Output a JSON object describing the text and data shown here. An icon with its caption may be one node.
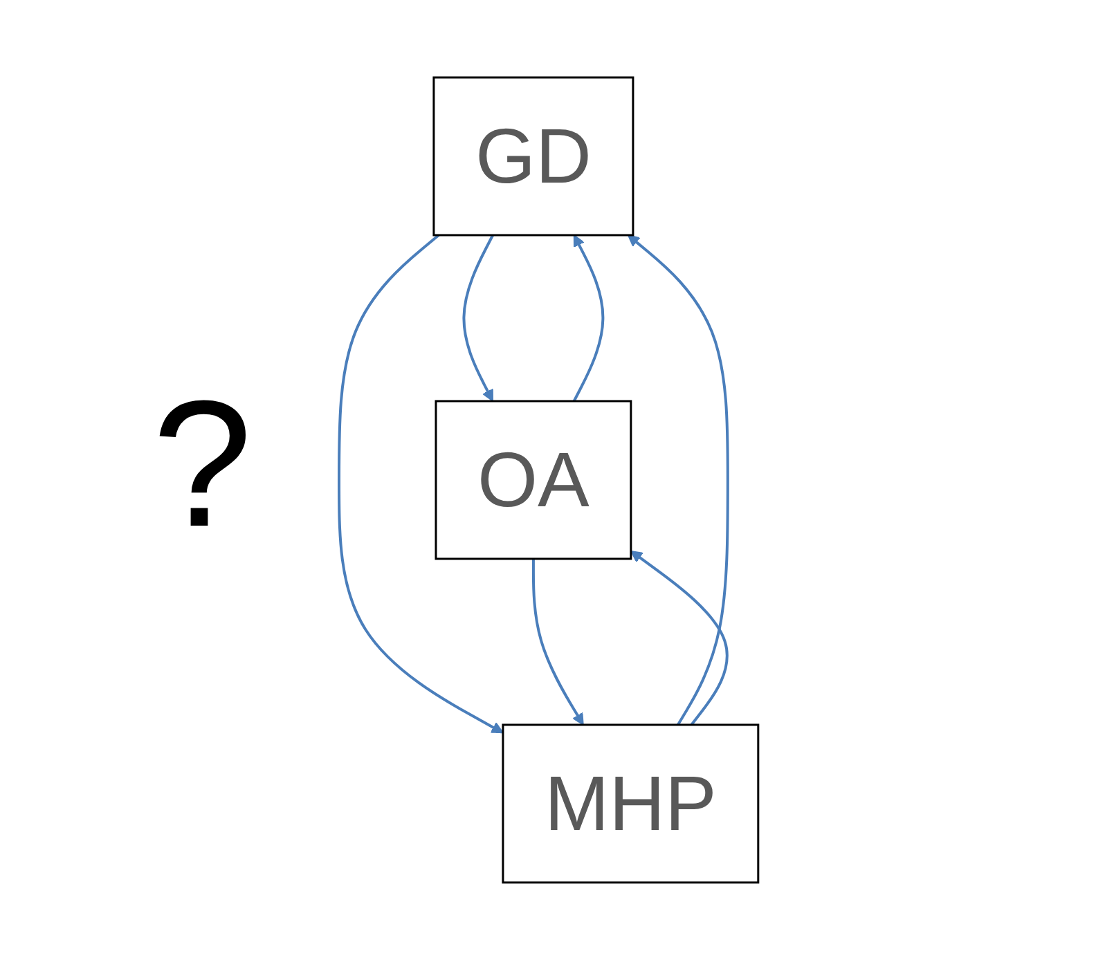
{
  "diagram": {
    "nodes": [
      {
        "text": [
          "GD"
        ]
      },
      {
        "text": [
          "OA"
        ]
      },
      {
        "text": [
          "MHP"
        ]
      }
    ],
    "edges": [
      {
        "from": 0,
        "to": 1,
        "arrow": "to"
      },
      {
        "from": 1,
        "to": 0,
        "arrow": "to"
      },
      {
        "from": 0,
        "to": 2,
        "arrow": "to"
      },
      {
        "from": 2,
        "to": 0,
        "arrow": "to"
      },
      {
        "from": 1,
        "to": 2,
        "arrow": "to"
      },
      {
        "from": 2,
        "to": 1,
        "arrow": "to"
      }
    ],
    "labels": [
      "?"
    ]
  }
}
